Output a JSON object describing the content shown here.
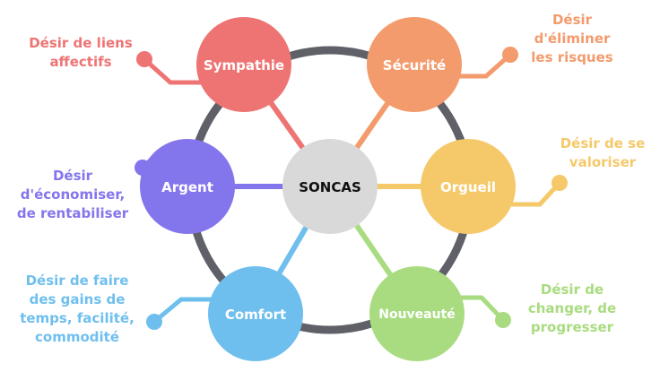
{
  "center": {
    "label": "SONCAS",
    "color": "#d9d9d9",
    "text_color": "#111111"
  },
  "ring_color": "#5f6068",
  "nodes": [
    {
      "id": "sympathie",
      "label": "Sympathie",
      "color": "#ee7474",
      "description": [
        "Désir de liens",
        "affectifs"
      ]
    },
    {
      "id": "securite",
      "label": "Sécurité",
      "color": "#f39b6d",
      "description": [
        "Désir",
        "d'éliminer",
        "les risques"
      ]
    },
    {
      "id": "orgueil",
      "label": "Orgueil",
      "color": "#f5c96a",
      "description": [
        "Désir de se",
        "valoriser"
      ]
    },
    {
      "id": "nouveaute",
      "label": "Nouveauté",
      "color": "#a9dc80",
      "description": [
        "Désir de",
        "changer, de",
        "progresser"
      ]
    },
    {
      "id": "comfort",
      "label": "Comfort",
      "color": "#6fbfee",
      "description": [
        "Désir de faire",
        "des gains de",
        "temps, facilité,",
        "commodité"
      ]
    },
    {
      "id": "argent",
      "label": "Argent",
      "color": "#8375ec",
      "description": [
        "Désir",
        "d'économiser,",
        "de rentabiliser"
      ]
    }
  ]
}
